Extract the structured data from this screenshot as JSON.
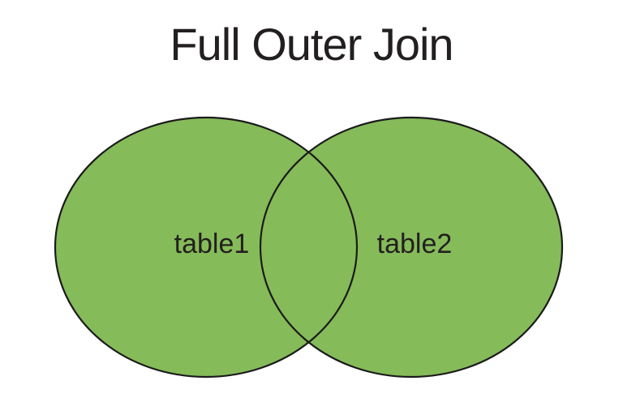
{
  "title": "Full Outer Join",
  "diagram": {
    "type": "venn",
    "join_type": "full outer join",
    "left_circle": {
      "label": "table1",
      "shaded": true
    },
    "right_circle": {
      "label": "table2",
      "shaded": true
    },
    "overlap": {
      "shaded": true
    }
  },
  "colors": {
    "circle_fill": "#85BB59",
    "circle_stroke": "#1b1b1b",
    "text": "#231f20",
    "background": "#ffffff"
  }
}
